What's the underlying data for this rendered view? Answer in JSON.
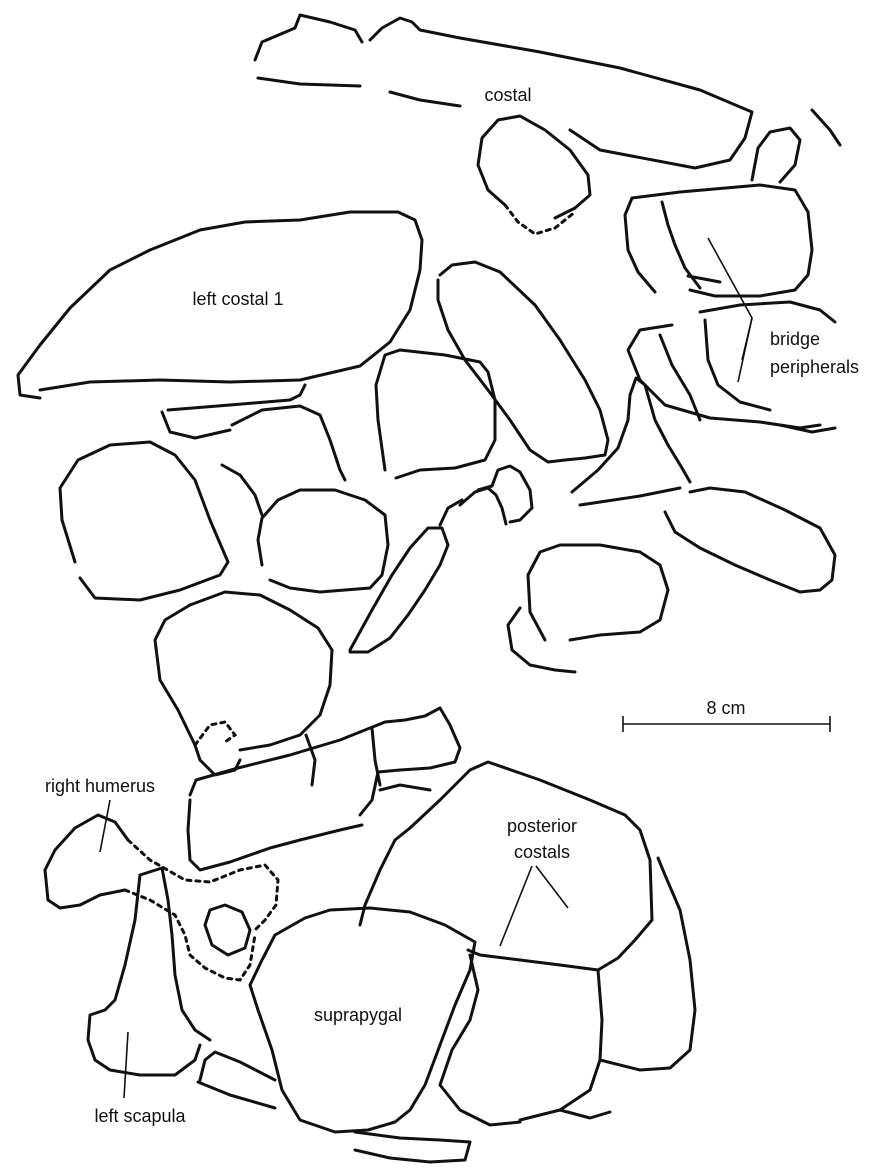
{
  "labels": {
    "costal": "costal",
    "left_costal_1": "left costal 1",
    "bridge_peripherals_line1": "bridge",
    "bridge_peripherals_line2": "peripherals",
    "scale_bar": "8 cm",
    "right_humerus": "right humerus",
    "posterior_costals_line1": "posterior",
    "posterior_costals_line2": "costals",
    "suprapygal": "suprapygal",
    "left_scapula": "left scapula"
  },
  "colors": {
    "ink": "#111111",
    "background": "#ffffff"
  }
}
